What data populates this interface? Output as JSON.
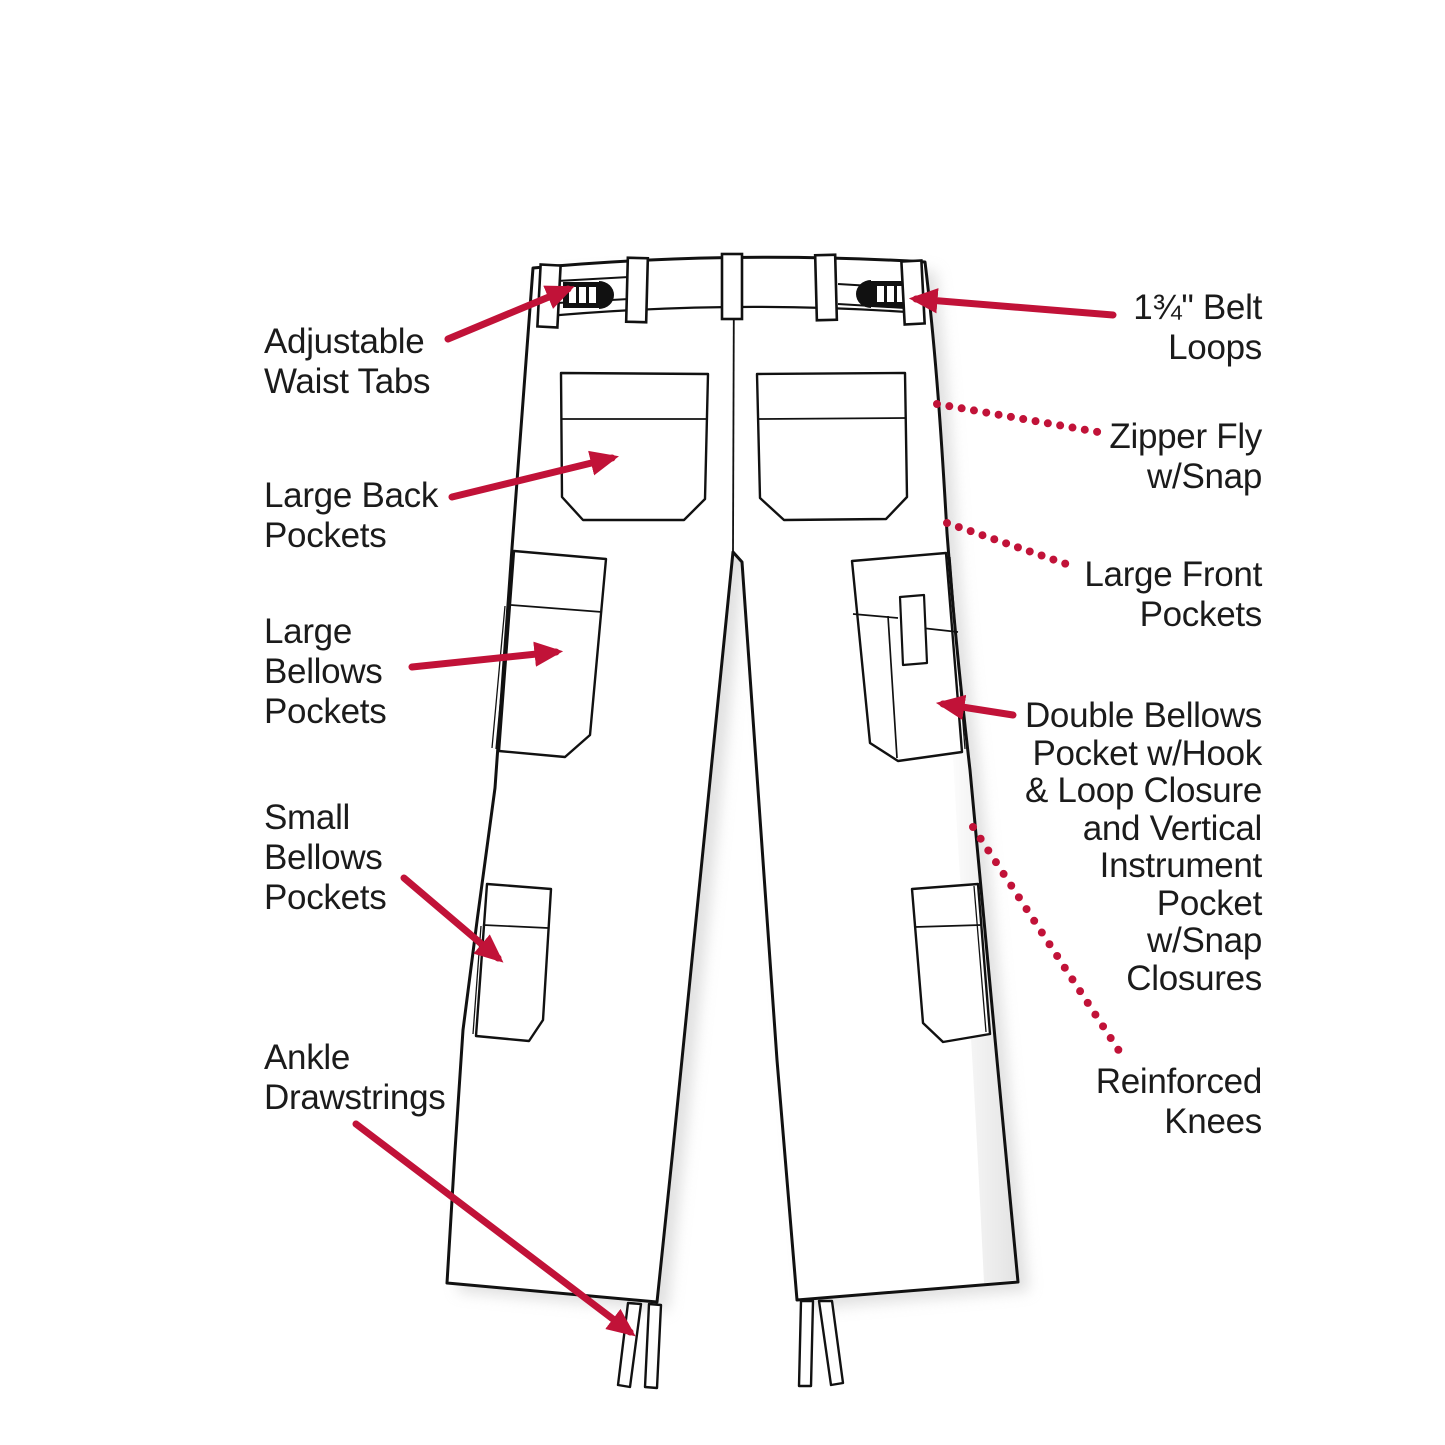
{
  "diagram": {
    "subject": "cargo-pants-back-view-feature-callouts",
    "colors": {
      "accent": "#c11238",
      "ink": "#1b1b1b",
      "linework": "#111111",
      "background": "#ffffff"
    }
  },
  "labels": {
    "left": [
      {
        "id": "adjustable-waist-tabs",
        "lines": [
          "Adjustable",
          "Waist Tabs"
        ]
      },
      {
        "id": "large-back-pockets",
        "lines": [
          "Large Back",
          "Pockets"
        ]
      },
      {
        "id": "large-bellows-pockets",
        "lines": [
          "Large",
          "Bellows",
          "Pockets"
        ]
      },
      {
        "id": "small-bellows-pockets",
        "lines": [
          "Small",
          "Bellows",
          "Pockets"
        ]
      },
      {
        "id": "ankle-drawstrings",
        "lines": [
          "Ankle",
          "Drawstrings"
        ]
      }
    ],
    "right": [
      {
        "id": "belt-loops",
        "lines": [
          "1¾\" Belt",
          "Loops"
        ]
      },
      {
        "id": "zipper-fly",
        "lines": [
          "Zipper Fly",
          "w/Snap"
        ]
      },
      {
        "id": "large-front-pockets",
        "lines": [
          "Large Front",
          "Pockets"
        ]
      },
      {
        "id": "double-bellows-pocket",
        "lines": [
          "Double Bellows",
          "Pocket w/Hook",
          "& Loop Closure",
          "and Vertical",
          "Instrument",
          "Pocket",
          "w/Snap",
          "Closures"
        ]
      },
      {
        "id": "reinforced-knees",
        "lines": [
          "Reinforced",
          "Knees"
        ]
      }
    ]
  }
}
